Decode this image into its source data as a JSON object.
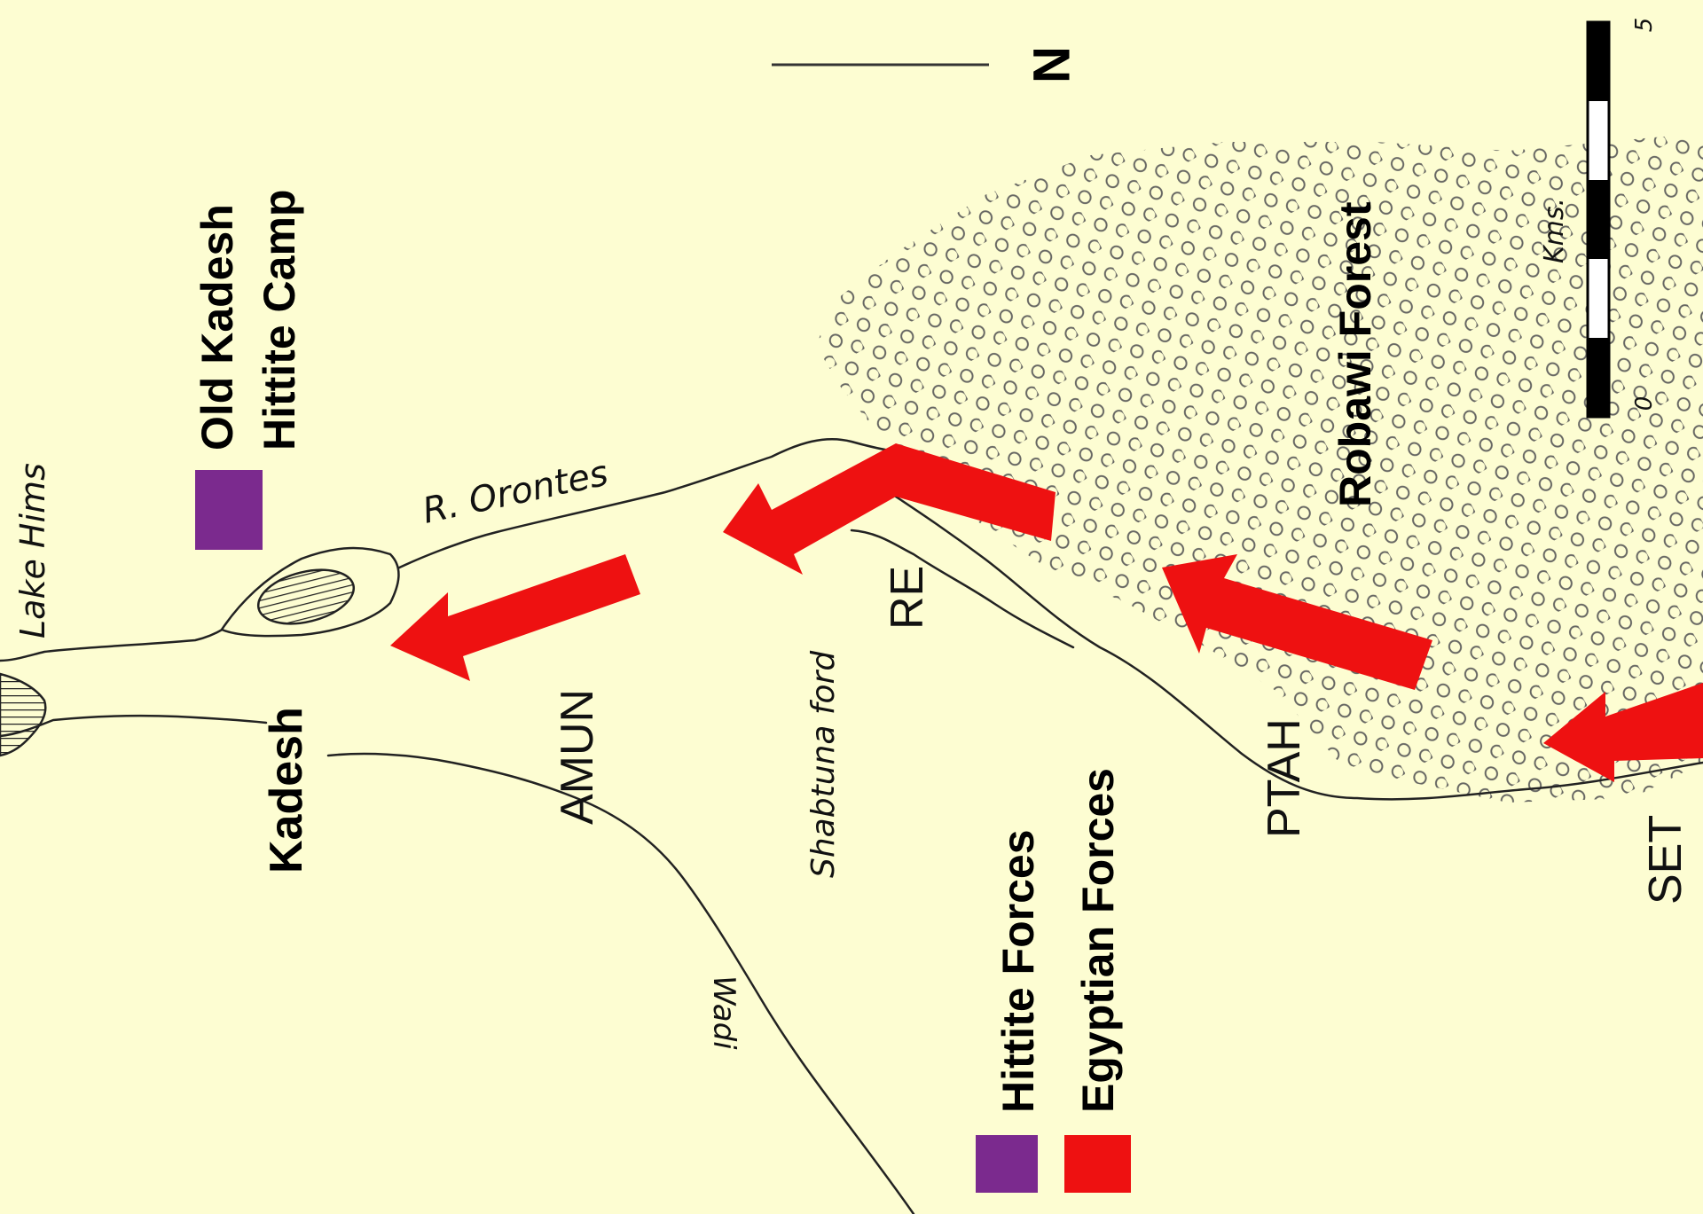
{
  "map": {
    "compass": {
      "label": "N"
    },
    "scale": {
      "unit": "Kms.",
      "max_label": "5",
      "mid_label": "0"
    },
    "places": {
      "kadesh": "Kadesh",
      "old_kadesh": "Old Kadesh",
      "hittite_camp": "Hittite Camp",
      "lake": "Lake Hims",
      "river": "R. Orontes",
      "ford": "Shabtuna ford",
      "forest": "Robawi Forest",
      "wadi": "Wadi"
    },
    "divisions": {
      "amun": "AMUN",
      "re": "RE",
      "ptah": "PTAH",
      "set": "SET"
    },
    "legend": [
      {
        "label": "Hittite Forces",
        "color": "#7B2A8E"
      },
      {
        "label": "Egyptian Forces",
        "color": "#EE1111"
      }
    ],
    "colors": {
      "background": "#FDFDD2",
      "egyptian": "#EE1111",
      "hittite": "#7B2A8E"
    }
  }
}
